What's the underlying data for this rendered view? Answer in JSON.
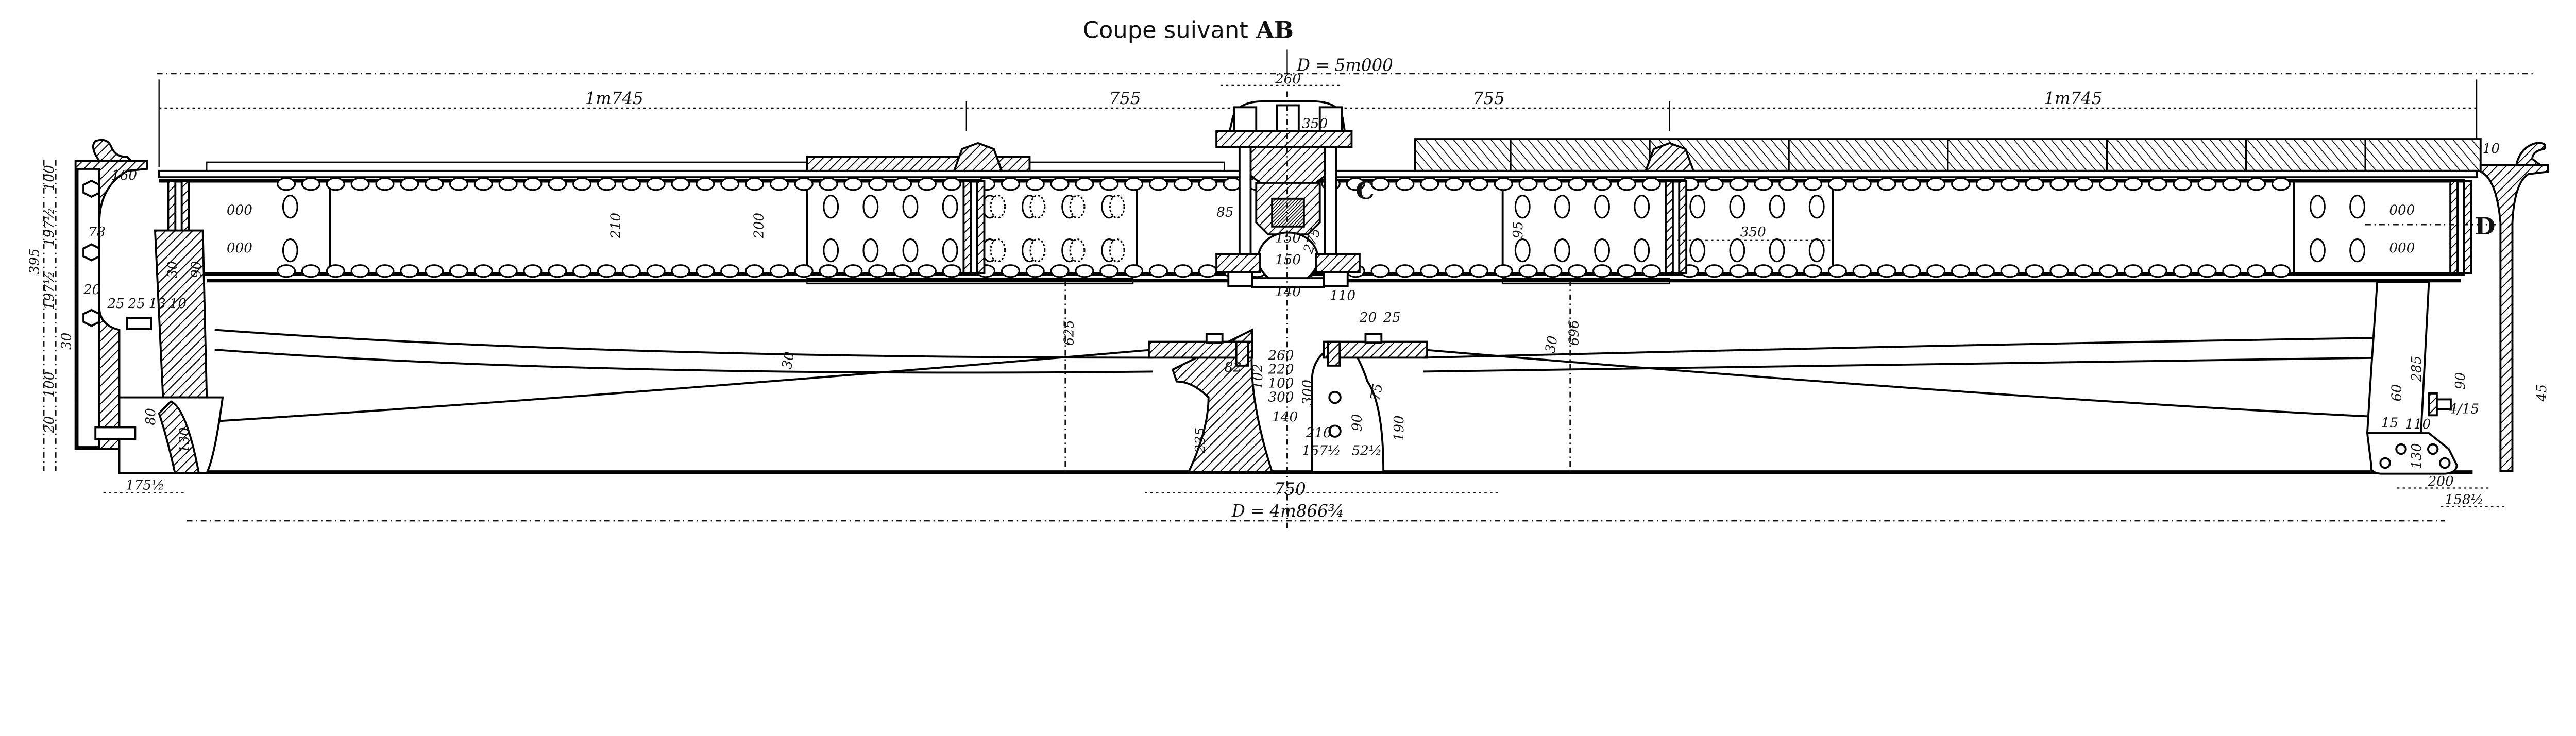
{
  "title": {
    "main": "Coupe suivant",
    "section": "AB"
  },
  "markers": {
    "c": "C",
    "d": "D"
  },
  "top_dims": {
    "overall": "D = 5m000",
    "cap": "260",
    "left_span": "1m745",
    "left_center": "755",
    "right_center": "755",
    "right_span": "1m745"
  },
  "bottom_dims": {
    "overall": "D = 4m866¾",
    "center_base": "750",
    "right_base": "200",
    "right_offset": "158½",
    "left_offset": "175½"
  },
  "left_end": {
    "d160": "160",
    "d100_top": "100",
    "d197a": "197½",
    "d197b": "197½",
    "d395": "395",
    "d78": "78",
    "d20": "20",
    "d30": "30",
    "d100_bot": "100",
    "d20_bot": "20",
    "d130": "130",
    "d80": "80",
    "d25a": "25",
    "d25b": "25",
    "d13": "13",
    "d10": "10",
    "d30_bolt": "30",
    "d90_bolt": "90"
  },
  "girder": {
    "d210": "210",
    "d200": "200",
    "d625": "625",
    "d696": "696",
    "d30_left": "30",
    "d30_right": "30",
    "d95": "95",
    "d350_panel": "350"
  },
  "center": {
    "d350": "350",
    "d85": "85",
    "d150_top": "150",
    "d150": "150",
    "d140": "140",
    "d275": "275",
    "d110": "110",
    "d260": "260",
    "d220": "220",
    "d100": "100",
    "d300": "300",
    "d102": "102",
    "d140_low": "140",
    "d300_low": "300",
    "d210": "210",
    "d157": "157½",
    "d90": "90",
    "d52": "52½",
    "d190": "190",
    "d235": "235",
    "d75": "75",
    "d20": "20",
    "d25": "25",
    "d82": "82"
  },
  "right_end": {
    "d10": "10",
    "d60": "60",
    "d15": "15",
    "d285": "285",
    "d90": "90",
    "d110": "110",
    "d4_15": "4/15",
    "d45": "45",
    "d130": "130"
  }
}
